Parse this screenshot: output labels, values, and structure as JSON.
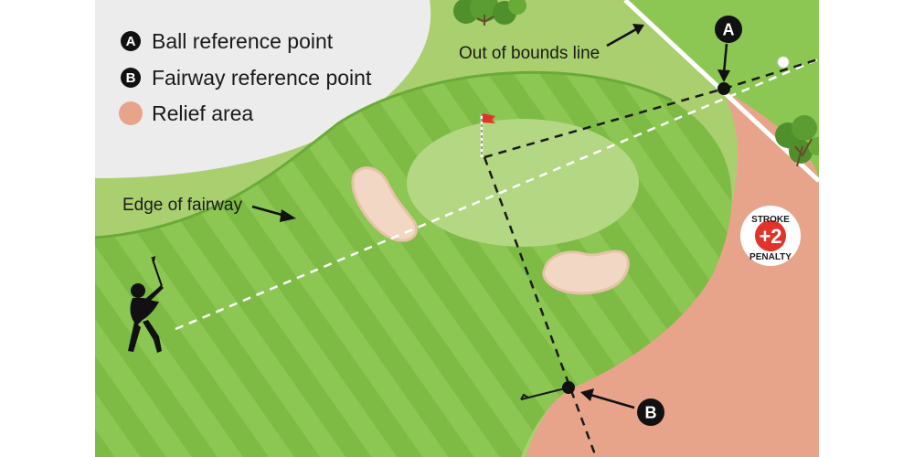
{
  "legend": {
    "ball_reference": {
      "letter": "A",
      "label": "Ball reference point"
    },
    "fairway_reference": {
      "letter": "B",
      "label": "Fairway reference point"
    },
    "relief_area": {
      "label": "Relief area",
      "color": "#e8a48a"
    }
  },
  "annotations": {
    "out_of_bounds": "Out of bounds line",
    "edge_of_fairway": "Edge of fairway"
  },
  "markers": {
    "a": "A",
    "b": "B"
  },
  "penalty_badge": {
    "top": "STROKE",
    "value": "+2",
    "bottom": "PENALTY"
  },
  "colors": {
    "rough": "#a9cf6f",
    "fairway": "#7dbb45",
    "green": "#b3d782",
    "relief": "#e8a48a",
    "sand": "#f2d8c4",
    "out_of_bounds": "#ececec",
    "flag": "#e2332b"
  }
}
